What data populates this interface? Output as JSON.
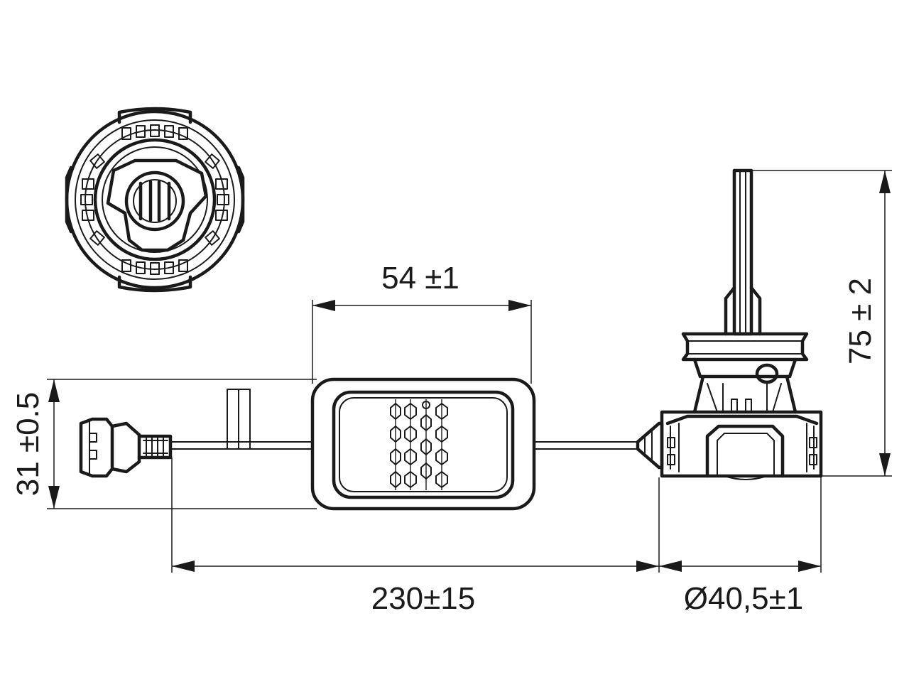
{
  "dimensions": {
    "driver_width": "54 ±1",
    "cable_length": "230±15",
    "base_diameter": "Ø40,5±1",
    "bulb_height": "75 ± 2",
    "driver_height": "31 ±0.5"
  }
}
